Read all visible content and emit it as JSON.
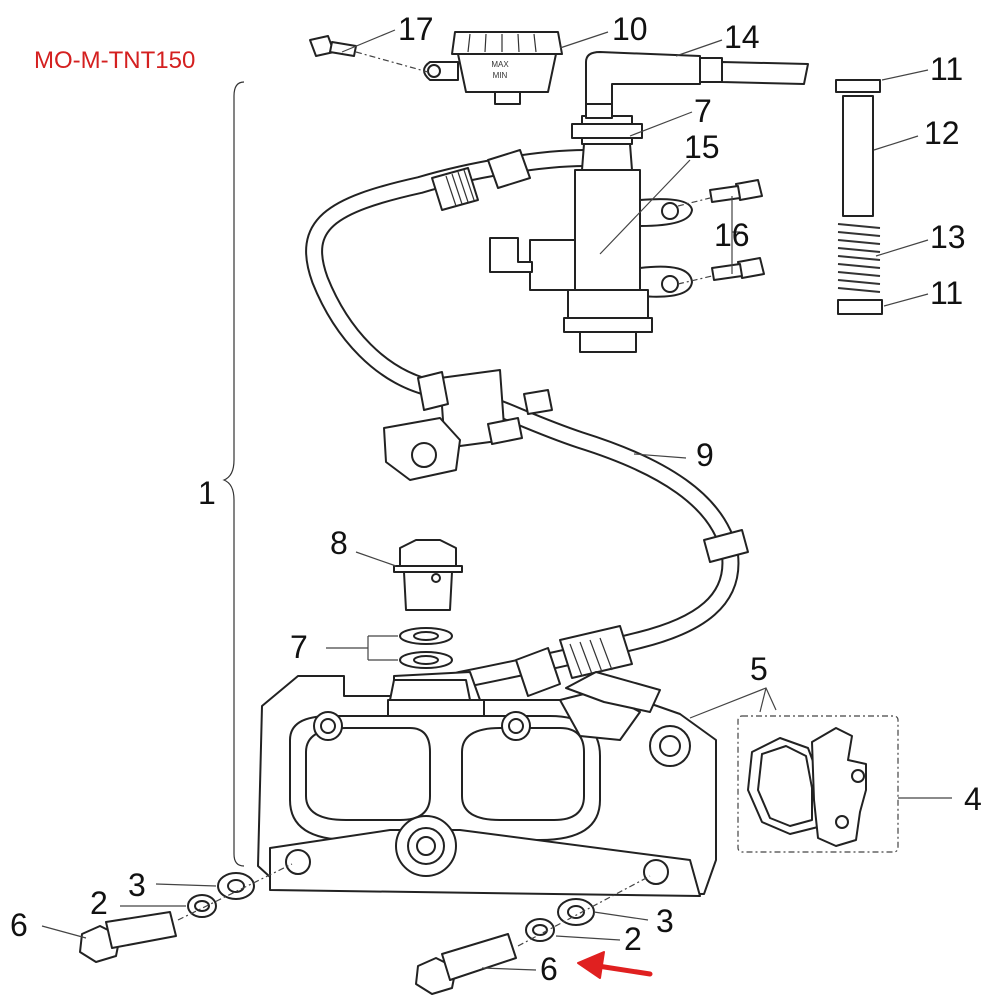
{
  "model_code": "MO-M-TNT150",
  "reservoir_text": [
    "MAX",
    "MIN"
  ],
  "callouts": {
    "c1": "1",
    "c2a": "2",
    "c2b": "2",
    "c3a": "3",
    "c3b": "3",
    "c4": "4",
    "c5": "5",
    "c6a": "6",
    "c6b": "6",
    "c7a": "7",
    "c7b": "7",
    "c8": "8",
    "c9": "9",
    "c10": "10",
    "c11a": "11",
    "c11b": "11",
    "c12": "12",
    "c13": "13",
    "c14": "14",
    "c15": "15",
    "c16": "16",
    "c17": "17"
  },
  "highlight": {
    "target": "6",
    "arrow_color": "#e02020"
  },
  "colors": {
    "model_label": "#d42020",
    "line": "#222222"
  }
}
